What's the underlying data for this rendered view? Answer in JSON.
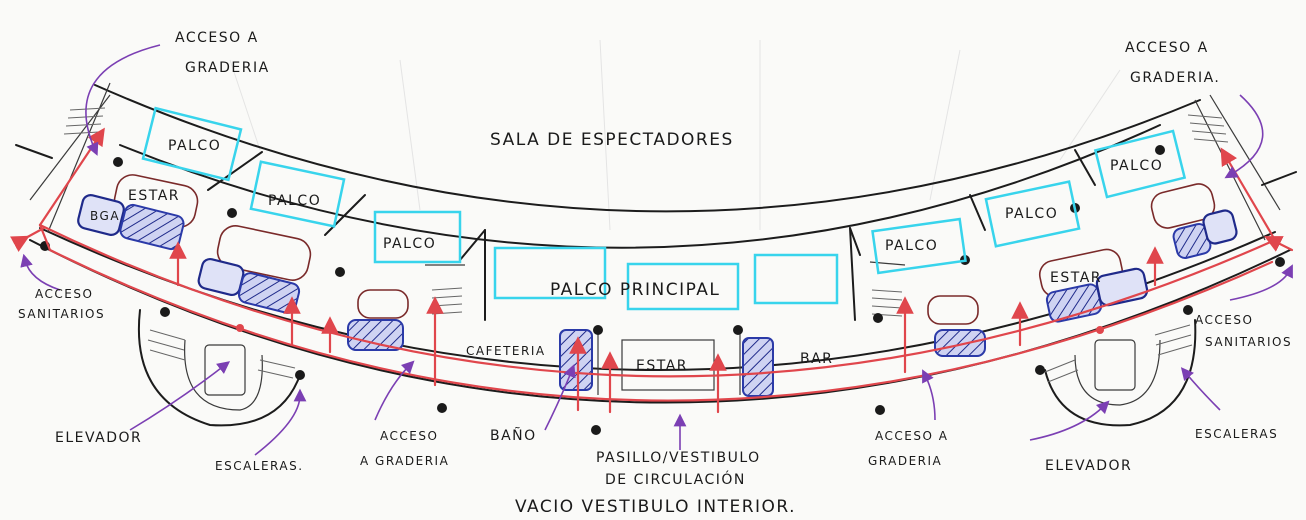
{
  "labels": {
    "sala": "SALA DE ESPECTADORES",
    "acceso_graderia_tl": [
      "ACCESO A",
      "GRADERIA"
    ],
    "acceso_graderia_tr": [
      "ACCESO A",
      "GRADERIA."
    ],
    "acceso_sanitarios_l": [
      "ACCESO",
      "SANITARIOS"
    ],
    "acceso_sanitarios_r": [
      "ACCESO",
      "SANITARIOS"
    ],
    "elevador_l": "ELEVADOR",
    "elevador_r": "ELEVADOR",
    "escaleras_l": "ESCALERAS.",
    "escaleras_r": "ESCALERAS",
    "acceso_graderia_bl": [
      "ACCESO",
      "A GRADERIA"
    ],
    "acceso_graderia_br": [
      "ACCESO A",
      "GRADERIA"
    ],
    "bano": "BAÑO",
    "pasillo": [
      "PASILLO/VESTIBULO",
      "DE CIRCULACIÓN"
    ],
    "vacio": "VACIO VESTIBULO INTERIOR.",
    "palco_principal": "PALCO PRINCIPAL",
    "cafeteria": "CAFETERIA",
    "bar": "BAR",
    "estar_center": "ESTAR",
    "estar_left": "ESTAR",
    "estar_right": "ESTAR",
    "bga": "BGA",
    "palcos": [
      "PALCO",
      "PALCO",
      "PALCO",
      "PALCO",
      "PALCO",
      "PALCO"
    ]
  },
  "colors": {
    "circulation": "#e0464c",
    "palco_outline": "#38d4ec",
    "annotation_arrow": "#7b3fb3",
    "hatch_blue": "#1f2a8a",
    "estar_maroon": "#7a2a2a"
  }
}
